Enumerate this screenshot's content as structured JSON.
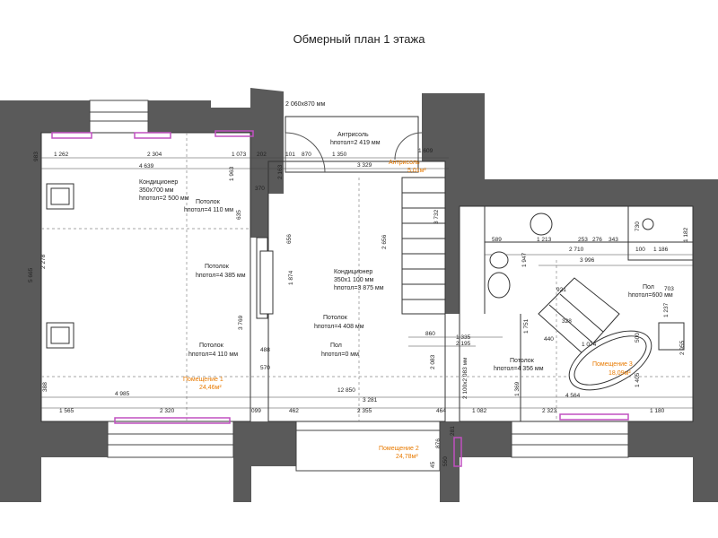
{
  "title": "Обмерный план 1 этажа",
  "colors": {
    "wall": "#5a5a5a",
    "line": "#333333",
    "thin": "#888888",
    "accent": "#e87a00",
    "radiator": "#c050c0"
  },
  "rooms": [
    {
      "name": "Помещение 1",
      "area": "24,46м²"
    },
    {
      "name": "Помещение 2",
      "area": "24,78м²"
    },
    {
      "name": "Помещение 3",
      "area": "18,09м²"
    },
    {
      "name": "Антрисоль",
      "area": "5,01м²"
    }
  ],
  "labels": {
    "door_top": "2 060x870 мм",
    "antresol_title": "Антрисоль",
    "antresol_h": "hпотол=2 419 мм",
    "ac1_title": "Кондиционер",
    "ac1_size": "350x700 мм",
    "ac1_h": "hпотол=2 500 мм",
    "ceil1_title": "Потолок",
    "ceil1_h": "hпотол=4 110 мм",
    "ceil2_title": "Потолок",
    "ceil2_h": "hпотол=4 385 мм",
    "ceil3_title": "Потолок",
    "ceil3_h": "hпотол=4 110 мм",
    "ac2_title": "Кондиционер",
    "ac2_size": "350x1 100 мм",
    "ac2_h": "hпотол=3 875 мм",
    "ceil4_title": "Потолок",
    "ceil4_h": "hпотол=4 408 мм",
    "floor2_title": "Пол",
    "floor2_h": "hпотол=0 мм",
    "ceil5_title": "Потолок",
    "ceil5_h": "hпотол=4 356 мм",
    "floor3_title": "Пол",
    "floor3_h": "hпотол=600 мм"
  },
  "dims": {
    "d1262": "1 262",
    "d2304": "2 304",
    "d1073": "1 073",
    "d202": "202",
    "d101": "101",
    "d870": "870",
    "d1350": "1 350",
    "d1609": "1 609",
    "d4639": "4 639",
    "d3329": "3 329",
    "d983": "983",
    "d1963": "1 963",
    "d370": "370",
    "d635": "635",
    "d2163": "2 163",
    "d656": "656",
    "d2656": "2 656",
    "d3732": "3 732",
    "d5665": "5 665",
    "d2278": "2 278",
    "d1874": "1 874",
    "d3769": "3 769",
    "d488": "488",
    "d570": "570",
    "d860": "860",
    "d1335": "1 335",
    "d2195": "2 195",
    "d2083": "2 083",
    "d2100": "2 100x2 083 мм",
    "d388": "388",
    "d4985": "4 985",
    "d12850": "12 850",
    "d3281": "3 281",
    "d1565": "1 565",
    "d2320": "2 320",
    "d099": "099",
    "d462": "462",
    "d2355": "2 355",
    "d464": "464",
    "d1082": "1 082",
    "d2323": "2 323",
    "d1180": "1 180",
    "d4564": "4 564",
    "d1369": "1 369",
    "d589": "589",
    "d1213": "1 213",
    "d2710": "2 710",
    "d253": "253",
    "d276": "276",
    "d343": "343",
    "d100": "100",
    "d1186": "1 186",
    "d3996": "3 996",
    "d1947": "1 947",
    "d703": "703",
    "d1182": "1 182",
    "d730": "730",
    "d921": "921",
    "d1751": "1 751",
    "d328": "328",
    "d1074": "1 074",
    "d440": "440",
    "d500": "500",
    "d1237": "1 237",
    "d2955": "2 955",
    "d1405": "1 405",
    "d876": "876",
    "d550": "550",
    "d281": "281",
    "d45": "45"
  }
}
